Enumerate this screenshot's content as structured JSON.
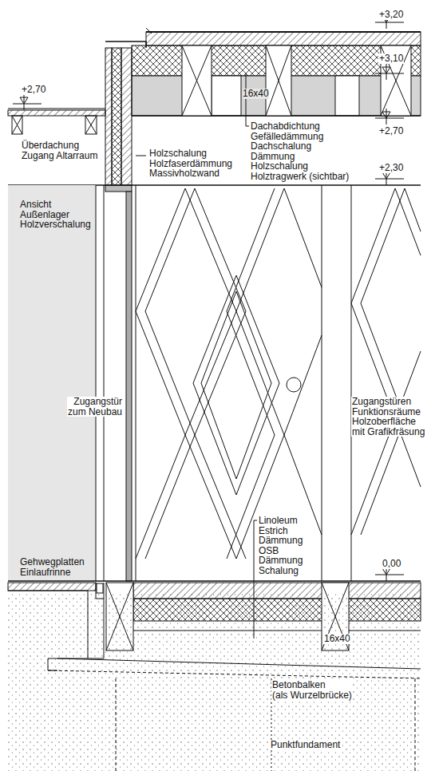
{
  "diagram": {
    "labels": [
      "+3,20",
      "+3,10",
      "+2,70",
      "16x40",
      "+2,70",
      "Überdachung Zugang Altarraum",
      "Holzschalung Holzfaserdämmung Massivholzwand",
      "Dachabdichtung Gefälledämmung Dachschalung Dämmung Holzschalung Holztragwerk (sichtbar)",
      "+2,30",
      "Ansicht Außenlager Holzverschalung",
      "Zugangstür zum Neubau",
      "Zugangstüren Funktionsräume Holzoberfläche mit Grafikfräsung",
      "Linoleum Estrich Dämmung OSB Dämmung Schalung",
      "Gehwegplatten Einlaufrinne",
      "0,00",
      "16x40",
      "Betonbalken (als Wurzelbrücke)",
      "Punktfundament"
    ]
  }
}
